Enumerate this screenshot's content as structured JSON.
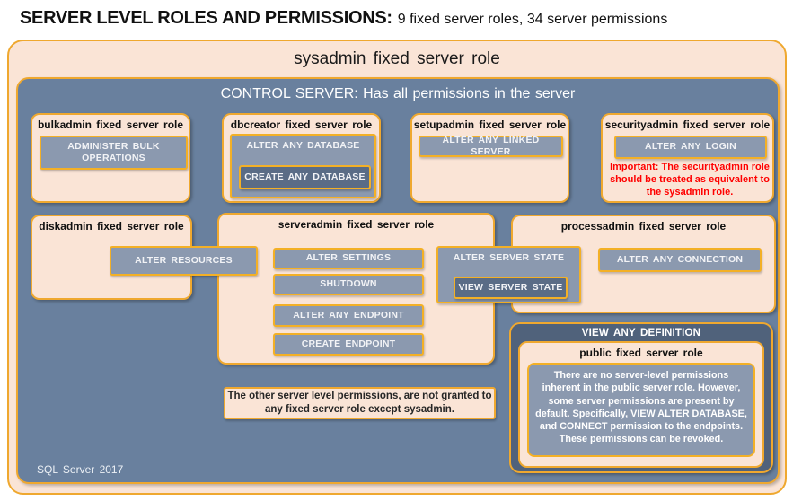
{
  "page_title": {
    "main": "SERVER LEVEL ROLES AND PERMISSIONS:",
    "subtitle": "9 fixed server roles, 34 server permissions"
  },
  "diagram": {
    "sysadmin_label": "sysadmin fixed server role",
    "control_server_label": "CONTROL SERVER: Has all permissions in the server",
    "footer": "SQL Server 2017",
    "roles": {
      "bulkadmin": {
        "title": "bulkadmin fixed server role",
        "permission": "ADMINISTER BULK OPERATIONS"
      },
      "dbcreator": {
        "title": "dbcreator fixed server role",
        "outer_permission": "ALTER ANY DATABASE",
        "nested_permission": "CREATE ANY DATABASE"
      },
      "setupadmin": {
        "title": "setupadmin fixed server role",
        "permission": "ALTER ANY LINKED SERVER"
      },
      "securityadmin": {
        "title": "securityadmin fixed server role",
        "permission": "ALTER ANY LOGIN",
        "warning": "Important: The securityadmin role should be treated as equivalent to the sysadmin role."
      },
      "diskadmin": {
        "title": "diskadmin fixed server role",
        "permission": "ALTER RESOURCES"
      },
      "serveradmin": {
        "title": "serveradmin fixed server role",
        "permissions": [
          "ALTER SETTINGS",
          "SHUTDOWN",
          "ALTER ANY ENDPOINT",
          "CREATE ENDPOINT"
        ]
      },
      "processadmin": {
        "title": "processadmin fixed server role",
        "permission": "ALTER ANY CONNECTION"
      },
      "public": {
        "outer_permission": "VIEW ANY DEFINITION",
        "title": "public fixed server role",
        "description": "There are no server-level permissions inherent in the public server role. However, some server permissions are present by default. Specifically, VIEW ALTER DATABASE, and CONNECT permission to the endpoints. These permissions can be revoked."
      }
    },
    "shared_permissions": {
      "outer": "ALTER SERVER STATE",
      "nested": "VIEW SERVER STATE"
    },
    "note": "The other server level permissions, are not granted to any fixed server role except sysadmin."
  },
  "colors": {
    "peach": "#FAE4D6",
    "gold_border": "#EFA82F",
    "main_blue": "#69809E",
    "permission_gray_blue": "#8B99AF",
    "nested_dark_blue": "#5A6C86",
    "public_dark_blue": "#50627B",
    "warning_red": "#FF0000"
  }
}
